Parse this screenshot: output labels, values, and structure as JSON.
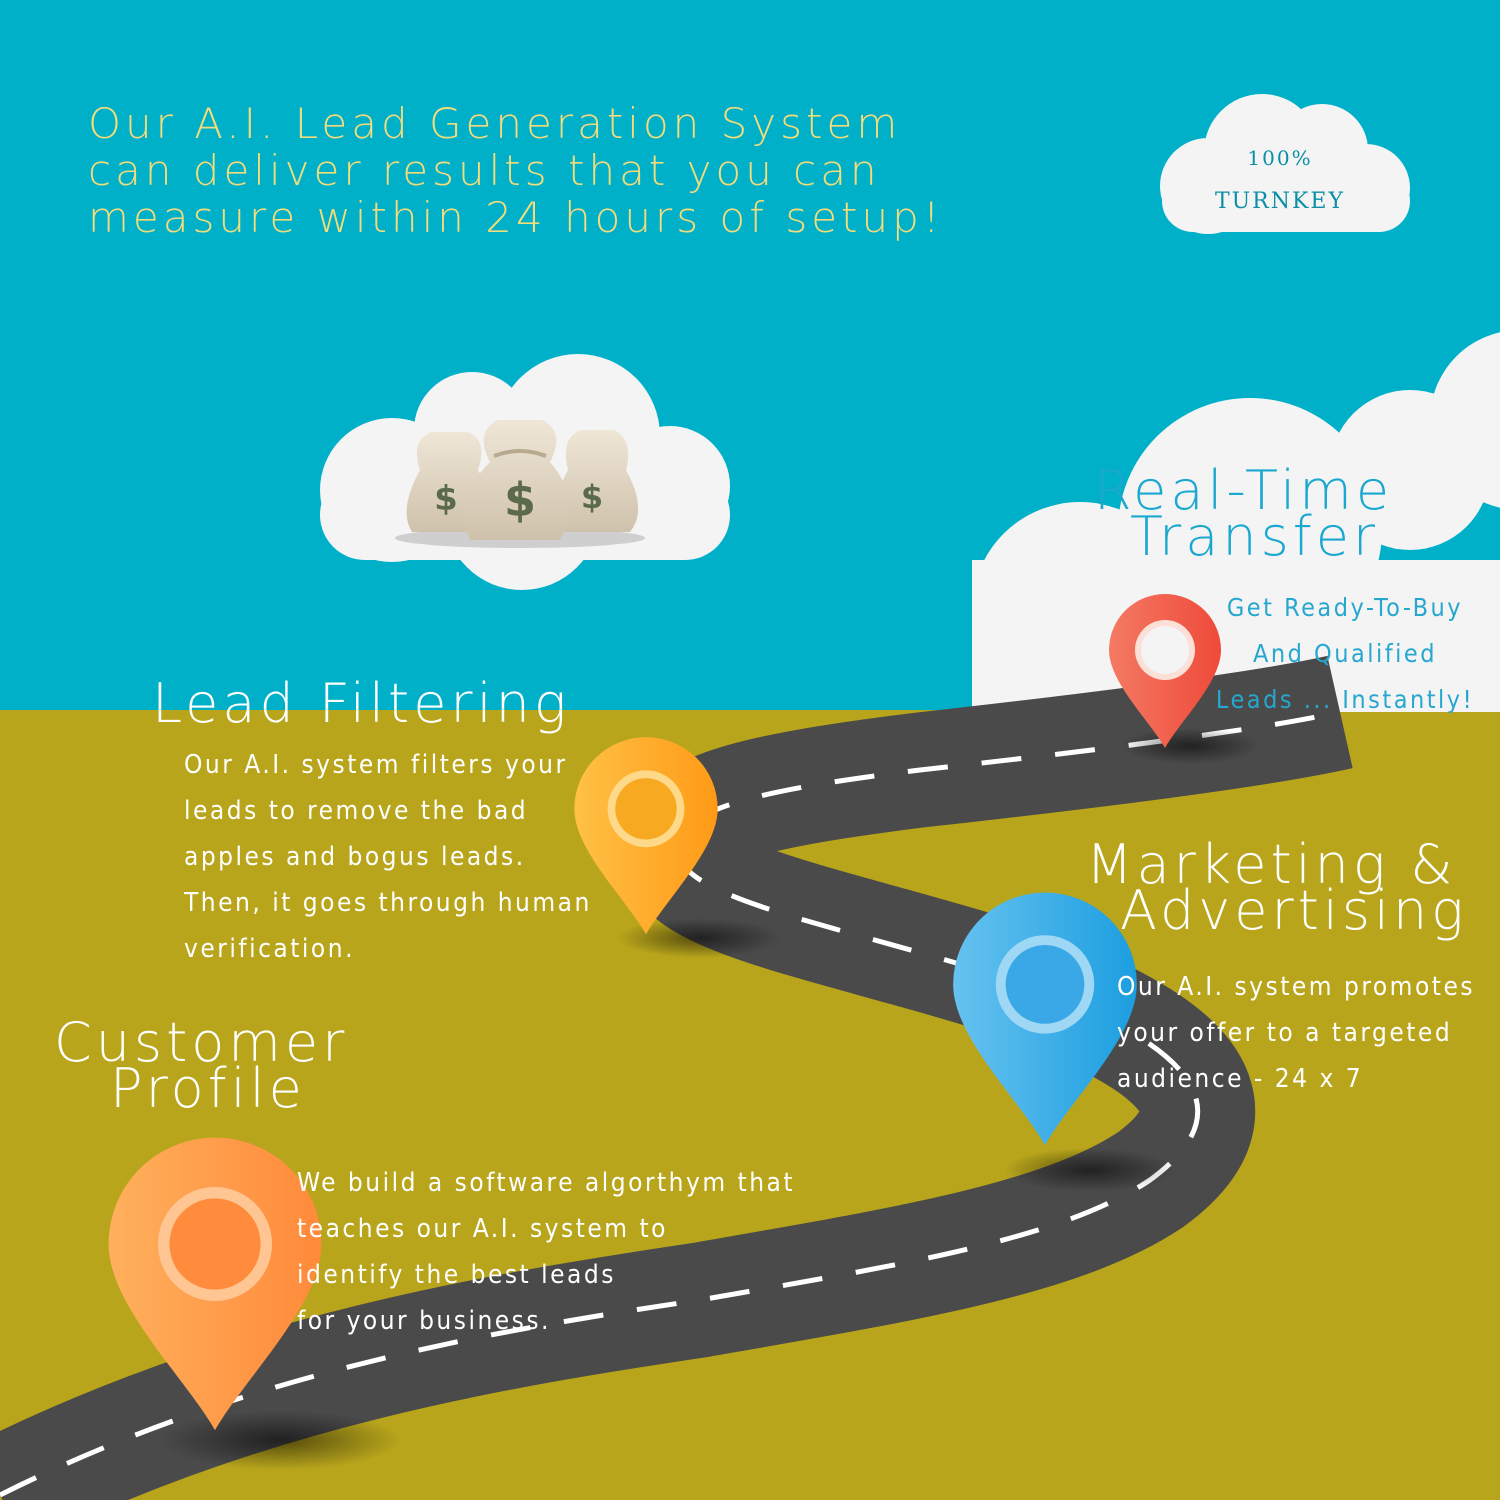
{
  "headline": {
    "lines": [
      "Our A.I. Lead Generation System",
      "can deliver results that you can",
      "measure within 24 hours of setup!"
    ]
  },
  "badge": {
    "line1": "100%",
    "line2": "TURNKEY"
  },
  "steps": {
    "real_time": {
      "title_lines": [
        "Real-Time",
        "Transfer"
      ],
      "body_lines": [
        "Get Ready-To-Buy",
        "And Qualified",
        "Leads ... Instantly!"
      ]
    },
    "lead_filtering": {
      "title_lines": [
        "Lead Filtering"
      ],
      "body_lines": [
        "Our A.I. system filters your",
        "leads to remove the bad",
        "apples and bogus leads.",
        "Then, it goes through human",
        "verification."
      ]
    },
    "marketing": {
      "title_lines": [
        "Marketing &",
        "Advertising"
      ],
      "body_lines": [
        "Our A.I. system promotes",
        "your offer to a targeted",
        "audience - 24 x 7"
      ]
    },
    "customer_profile": {
      "title_lines": [
        "Customer",
        "Profile"
      ],
      "body_lines": [
        "We build a software algorthym that",
        "teaches our A.I. system to",
        "identify the best leads",
        "for your business."
      ]
    }
  },
  "colors": {
    "sky": "#00b0c8",
    "ground": "#b8a51c",
    "road": "#4a4a4a",
    "cloud": "#f4f4f4",
    "headline": "#f3dc7a",
    "pin_red": "#f4604a",
    "pin_yellow": "#ffa826",
    "pin_blue": "#3aa8e6",
    "pin_orange": "#ff8c3c"
  },
  "icons": {
    "money": "money-bags-icon",
    "pins": [
      "location-pin-icon"
    ]
  }
}
